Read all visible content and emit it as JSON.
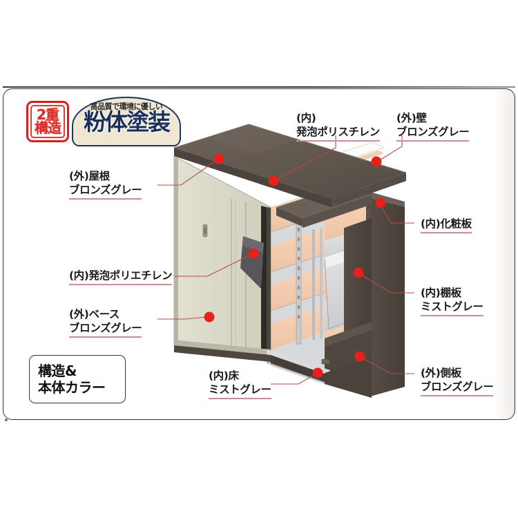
{
  "badges": {
    "double_structure": {
      "line1": "2重",
      "line2": "構造",
      "name": "double-structure-badge"
    },
    "powder_coating": {
      "tagline": "高品質で環境に優しい",
      "title": "粉体塗装",
      "name": "powder-coating-badge"
    }
  },
  "caption": {
    "line1": "構造&",
    "line2": "本体カラー"
  },
  "callouts": [
    {
      "id": "roof-exterior",
      "line1": "(外)屋根",
      "line2": "ブロンズグレー"
    },
    {
      "id": "polystyrene-interior",
      "line1": "(内)",
      "line2": "発泡ポリスチレン"
    },
    {
      "id": "wall-exterior",
      "line1": "(外)壁",
      "line2": "ブロンズグレー"
    },
    {
      "id": "decorative-board",
      "line1": "(内)化粧板",
      "line2": ""
    },
    {
      "id": "polyethylene-interior",
      "line1": "(内)発泡ポリエチレン",
      "line2": ""
    },
    {
      "id": "shelf-interior",
      "line1": "(内)棚板",
      "line2": "ミストグレー"
    },
    {
      "id": "base-exterior",
      "line1": "(外)ベース",
      "line2": "ブロンズグレー"
    },
    {
      "id": "floor-interior",
      "line1": "(内)床",
      "line2": "ミストグレー"
    },
    {
      "id": "side-panel-exterior",
      "line1": "(外)側板",
      "line2": "ブロンズグレー"
    }
  ],
  "colors": {
    "marker": "#e8201c",
    "leader": "#b8484c",
    "roof": "#5f564e",
    "door": "#d9d7c6",
    "insulation": "#f2cbb0",
    "mist_gray": "#d7d8da",
    "badge_red": "#d8302a",
    "badge_navy": "#19305c",
    "badge_cream": "#efe7d2",
    "panel_border": "#2f2f2f"
  }
}
